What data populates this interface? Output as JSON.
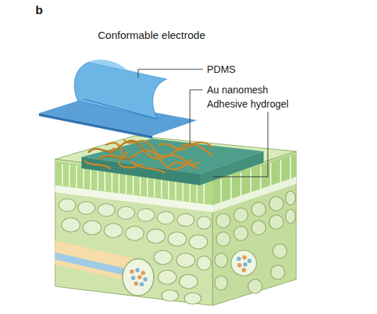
{
  "diagram": {
    "title": "Conformable electrode",
    "labels": [
      "b",
      "PDMS",
      "Au nanomesh",
      "Adhesive hydrogel"
    ]
  }
}
